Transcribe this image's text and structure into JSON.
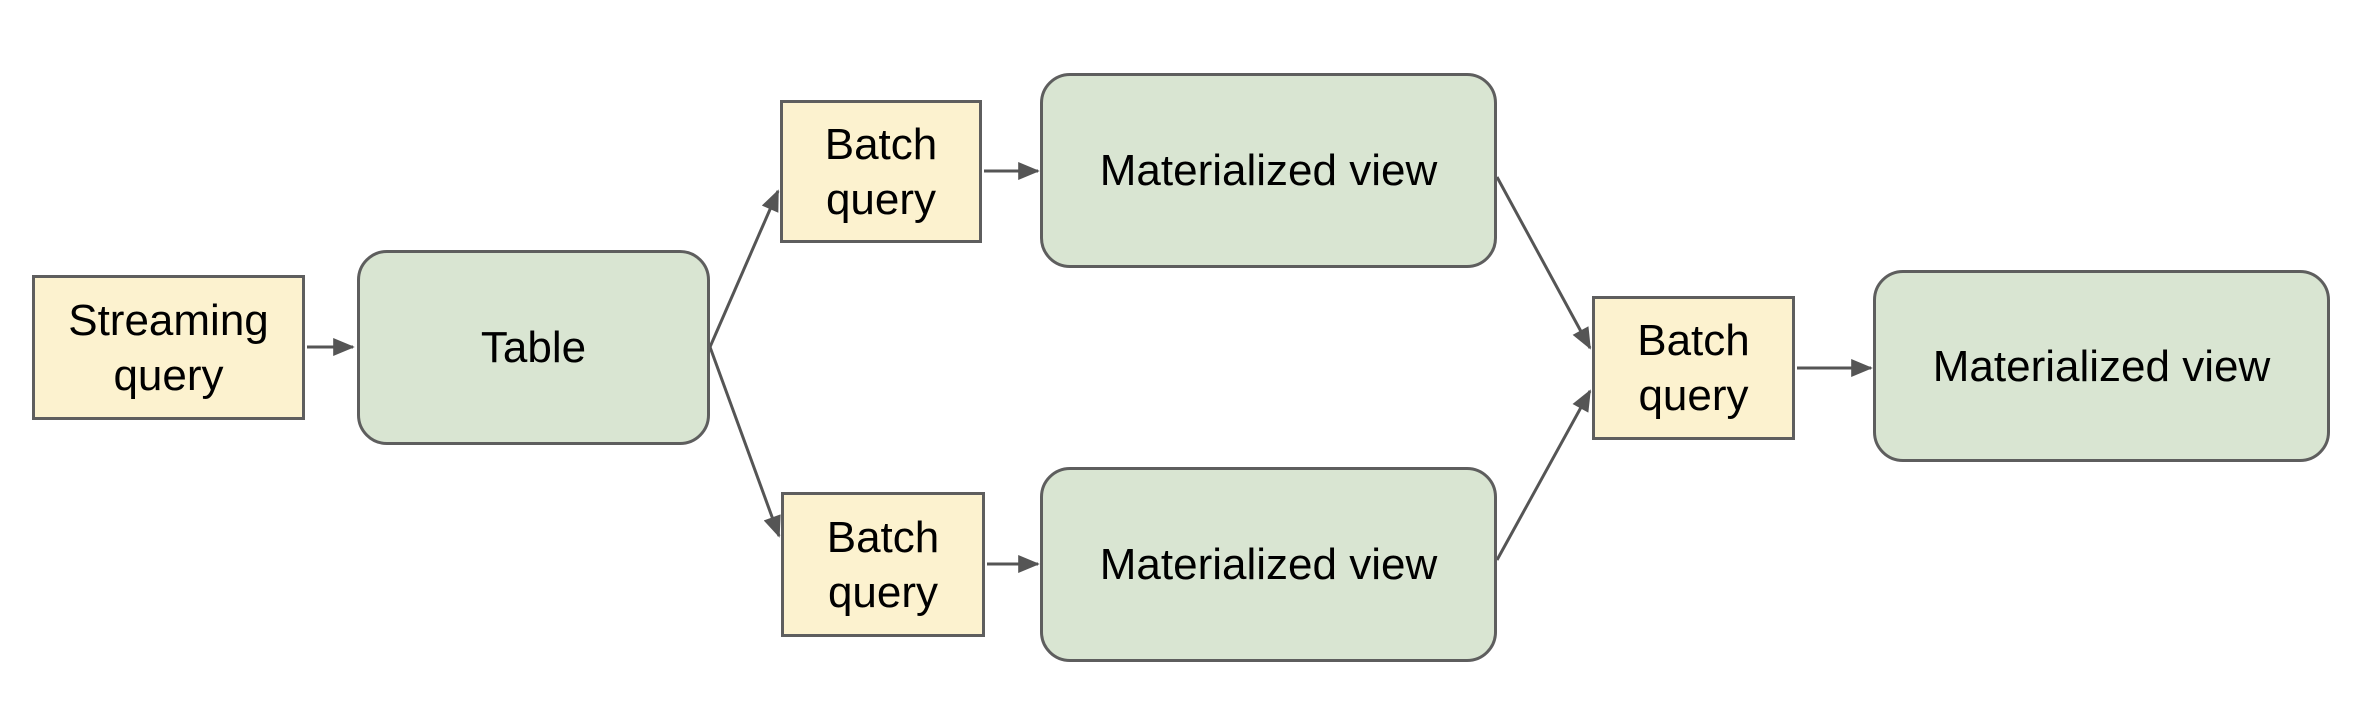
{
  "diagram": {
    "nodes": [
      {
        "id": "streaming-query",
        "label": "Streaming query",
        "kind": "query"
      },
      {
        "id": "table",
        "label": "Table",
        "kind": "dataset"
      },
      {
        "id": "batch-query-top",
        "label": "Batch query",
        "kind": "query"
      },
      {
        "id": "materialized-view-top",
        "label": "Materialized view",
        "kind": "dataset"
      },
      {
        "id": "batch-query-bottom",
        "label": "Batch query",
        "kind": "query"
      },
      {
        "id": "materialized-view-bottom",
        "label": "Materialized view",
        "kind": "dataset"
      },
      {
        "id": "batch-query-right",
        "label": "Batch query",
        "kind": "query"
      },
      {
        "id": "materialized-view-final",
        "label": "Materialized view",
        "kind": "dataset"
      }
    ],
    "edges": [
      {
        "from": "streaming-query",
        "to": "table"
      },
      {
        "from": "table",
        "to": "batch-query-top"
      },
      {
        "from": "table",
        "to": "batch-query-bottom"
      },
      {
        "from": "batch-query-top",
        "to": "materialized-view-top"
      },
      {
        "from": "batch-query-bottom",
        "to": "materialized-view-bottom"
      },
      {
        "from": "materialized-view-top",
        "to": "batch-query-right"
      },
      {
        "from": "materialized-view-bottom",
        "to": "batch-query-right"
      },
      {
        "from": "batch-query-right",
        "to": "materialized-view-final"
      }
    ]
  },
  "colors": {
    "query-fill": "#FCF2CF",
    "dataset-fill": "#D9E5D2",
    "node-border": "#5E5E5E",
    "connector": "#555555",
    "text": "#000000",
    "background": "#FFFFFF"
  }
}
